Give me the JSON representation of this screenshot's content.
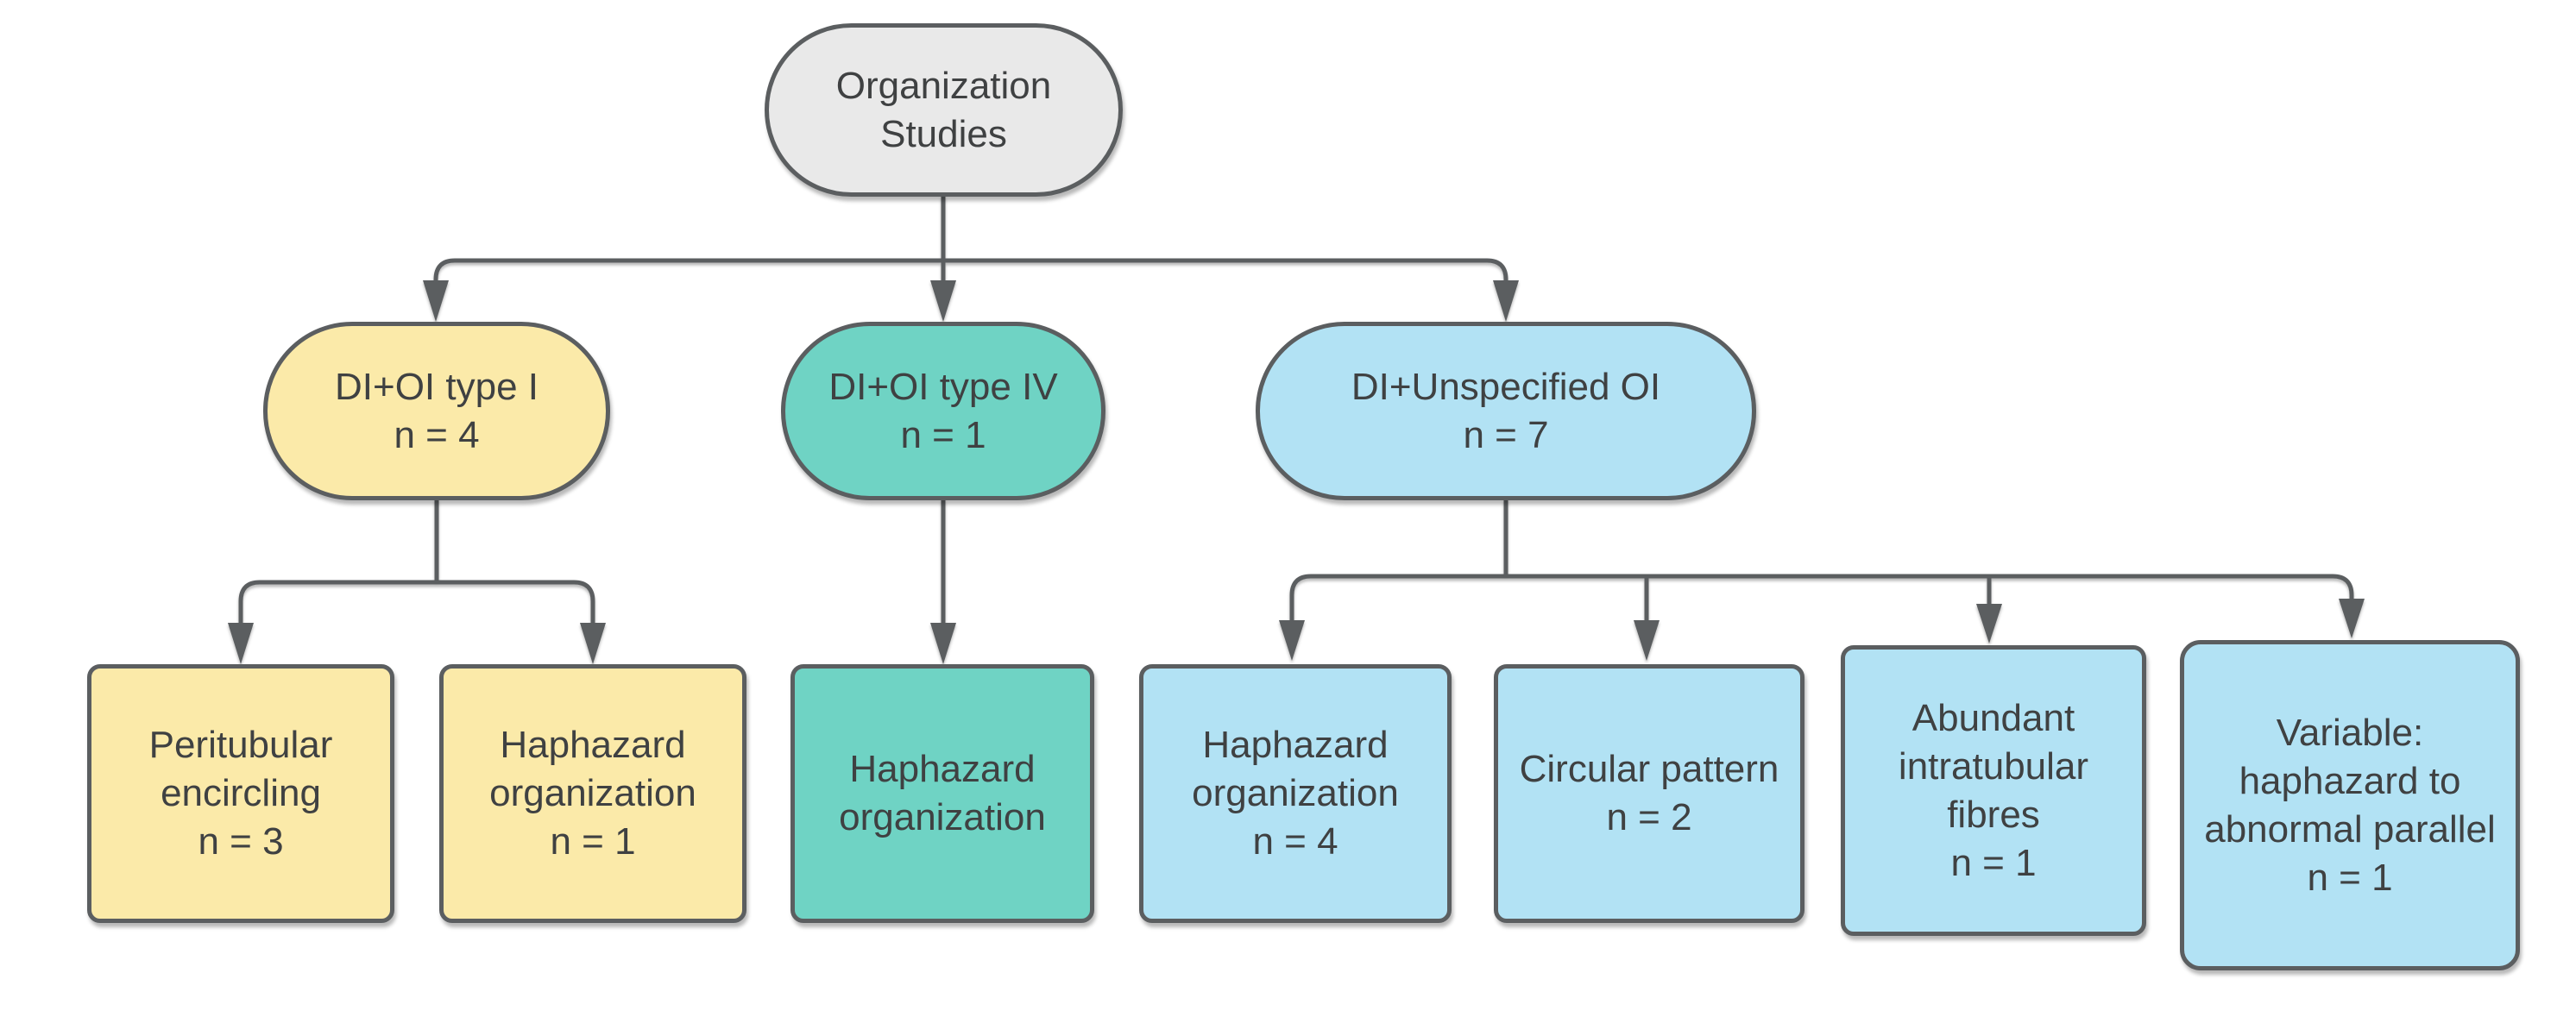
{
  "diagram_type": "flowchart",
  "colors": {
    "background": "#ffffff",
    "root_fill": "#e9e9e9",
    "yellow": "#fbeaa9",
    "teal": "#6fd3c4",
    "blue": "#b2e2f4",
    "border": "#5b5e60",
    "line": "#5b5e60",
    "text": "#3f4142"
  },
  "nodes": {
    "root": {
      "id": "organization-studies",
      "label": "Organization Studies"
    },
    "l2": [
      {
        "id": "di-oi-type-i",
        "label": "DI+OI type I",
        "count": "n = 4",
        "color": "yellow"
      },
      {
        "id": "di-oi-type-iv",
        "label": "DI+OI type IV",
        "count": "n = 1",
        "color": "teal"
      },
      {
        "id": "di-unspecified-oi",
        "label": "DI+Unspecified OI",
        "count": "n = 7",
        "color": "blue"
      }
    ],
    "l3": [
      {
        "id": "peritubular-encircling",
        "label": "Peritubular encircling",
        "count": "n = 3",
        "color": "yellow"
      },
      {
        "id": "haphazard-organization-yellow",
        "label": "Haphazard organization",
        "count": "n = 1",
        "color": "yellow"
      },
      {
        "id": "haphazard-organization-teal",
        "label": "Haphazard organization",
        "count": "",
        "color": "teal"
      },
      {
        "id": "haphazard-organization-blue",
        "label": "Haphazard organization",
        "count": "n = 4",
        "color": "blue"
      },
      {
        "id": "circular-pattern",
        "label": "Circular pattern",
        "count": "n = 2",
        "color": "blue"
      },
      {
        "id": "abundant-intratubular-fibres",
        "label": "Abundant intratubular fibres",
        "count": "n = 1",
        "color": "blue"
      },
      {
        "id": "variable-haphazard-to-abnormal-parallel",
        "label": "Variable: haphazard to abnormal parallel",
        "count": "n = 1",
        "color": "blue"
      }
    ]
  },
  "edges": [
    {
      "from": "organization-studies",
      "to": "di-oi-type-i"
    },
    {
      "from": "organization-studies",
      "to": "di-oi-type-iv"
    },
    {
      "from": "organization-studies",
      "to": "di-unspecified-oi"
    },
    {
      "from": "di-oi-type-i",
      "to": "peritubular-encircling"
    },
    {
      "from": "di-oi-type-i",
      "to": "haphazard-organization-yellow"
    },
    {
      "from": "di-oi-type-iv",
      "to": "haphazard-organization-teal"
    },
    {
      "from": "di-unspecified-oi",
      "to": "haphazard-organization-blue"
    },
    {
      "from": "di-unspecified-oi",
      "to": "circular-pattern"
    },
    {
      "from": "di-unspecified-oi",
      "to": "abundant-intratubular-fibres"
    },
    {
      "from": "di-unspecified-oi",
      "to": "variable-haphazard-to-abnormal-parallel"
    }
  ]
}
